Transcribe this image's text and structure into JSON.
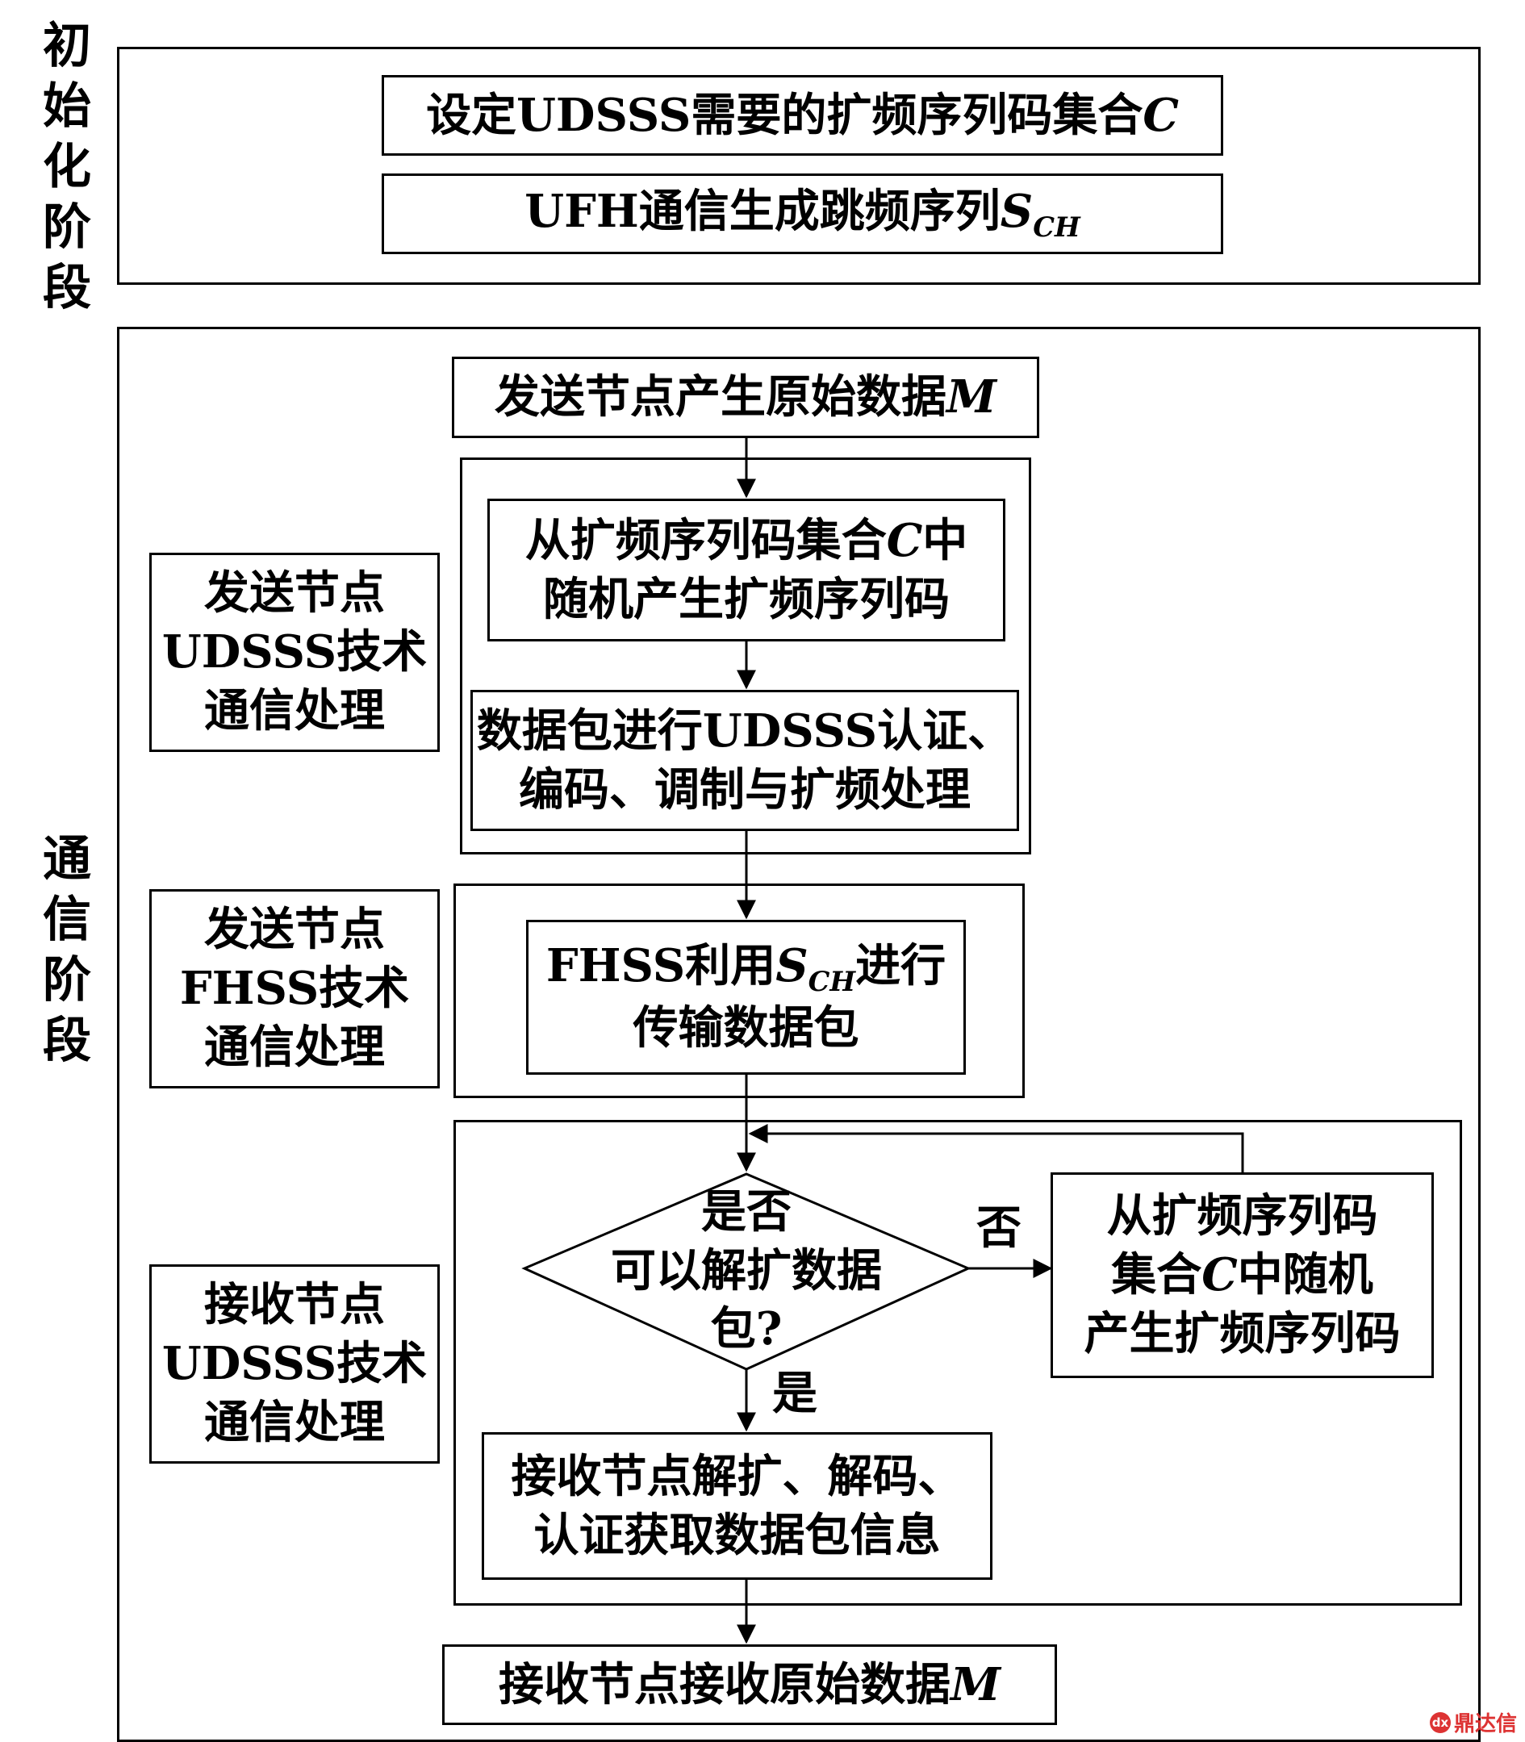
{
  "stages": {
    "init": [
      "初",
      "始",
      "化",
      "阶",
      "段"
    ],
    "comm": [
      "通",
      "信",
      "阶",
      "段"
    ]
  },
  "init_box1": {
    "text": "设定UDSSS需要的扩频序列码集合",
    "var": "C"
  },
  "init_box2": {
    "text": "UFH通信生成跳频序列",
    "var": "S",
    "sub": "CH"
  },
  "origin": {
    "text": "发送节点产生原始数据",
    "var": "M"
  },
  "select_code": {
    "line1a": "从扩频序列码集合",
    "line1var": "C",
    "line1b": "中",
    "line2": "随机产生扩频序列码"
  },
  "udsss_process": {
    "line1": "数据包进行UDSSS认证、",
    "line2": "编码、调制与扩频处理"
  },
  "fhss": {
    "line1a": "FHSS利用",
    "var": "S",
    "sub": "CH",
    "line1b": "进行",
    "line2": "传输数据包"
  },
  "decision": {
    "line1": "是否",
    "line2": "可以解扩数据",
    "line3": "包?"
  },
  "label_no": "否",
  "label_yes": "是",
  "retry": {
    "line1": "从扩频序列码",
    "line2a": "集合",
    "line2var": "C",
    "line2b": "中随机",
    "line3": "产生扩频序列码"
  },
  "decode": {
    "line1": "接收节点解扩、解码、",
    "line2": "认证获取数据包信息"
  },
  "final": {
    "text": "接收节点接收原始数据",
    "var": "M"
  },
  "side_labels": {
    "tx_udsss": [
      "发送节点",
      "UDSSS技术",
      "通信处理"
    ],
    "tx_fhss": [
      "发送节点",
      "FHSS技术",
      "通信处理"
    ],
    "rx_udsss": [
      "接收节点",
      "UDSSS技术",
      "通信处理"
    ]
  },
  "watermark": "鼎达信"
}
